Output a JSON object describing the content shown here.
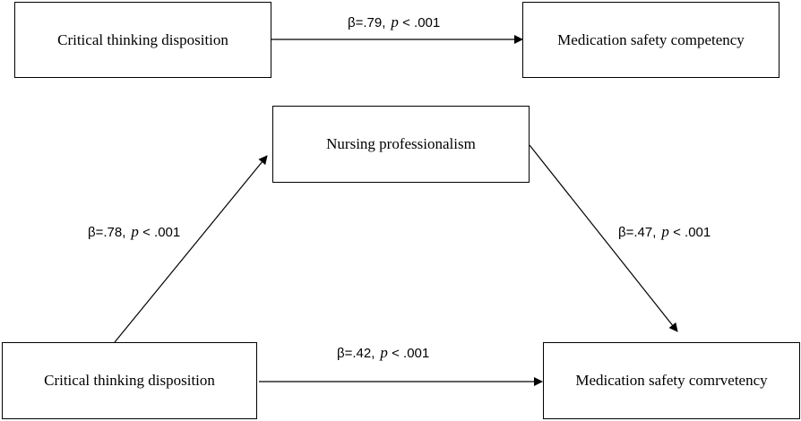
{
  "top_model": {
    "source": "Critical thinking disposition",
    "target": "Medication safety competency",
    "path": {
      "beta": "β=.79,",
      "p_symbol": "p",
      "p_value": "< .001"
    }
  },
  "mediation_model": {
    "predictor": "Critical thinking disposition",
    "mediator": "Nursing professionalism",
    "outcome": "Medication safety comrvetency",
    "path_a": {
      "beta": "β=.78,",
      "p_symbol": "p",
      "p_value": "< .001"
    },
    "path_b": {
      "beta": "β=.47,",
      "p_symbol": "p",
      "p_value": "< .001"
    },
    "path_c": {
      "beta": "β=.42,",
      "p_symbol": "p",
      "p_value": "< .001"
    }
  }
}
